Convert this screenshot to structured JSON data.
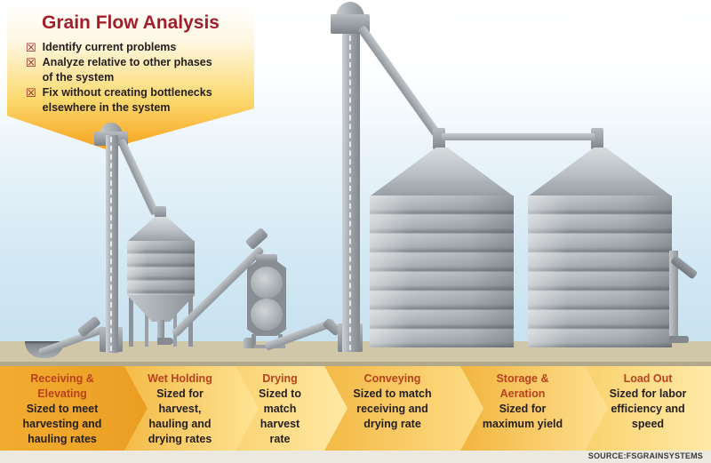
{
  "banner": {
    "title": "Grain Flow Analysis",
    "checkbox_glyph": "☒",
    "items": [
      "Identify current problems",
      "Analyze relative to other phases\nof the system",
      "Fix without creating bottlenecks\nelsewhere in the system"
    ]
  },
  "flow_steps": [
    {
      "title": "Receiving &\nElevating",
      "description": "Sized to meet\nharvesting and\nhauling rates"
    },
    {
      "title": "Wet Holding",
      "description": "Sized for\nharvest,\nhauling and\ndrying rates"
    },
    {
      "title": "Drying",
      "description": "Sized to\nmatch\nharvest\nrate"
    },
    {
      "title": "Conveying",
      "description": "Sized to match\nreceiving and\ndrying rate"
    },
    {
      "title": "Storage &\nAeration",
      "description": "Sized for\nmaximum yield"
    },
    {
      "title": "Load Out",
      "description": "Sized for labor\nefficiency and\nspeed"
    }
  ],
  "source": "SOURCE:FSGRAINSYSTEMS",
  "palette": {
    "banner_orange": "#F5A31E",
    "title_red": "#A31E2B",
    "checkbox_red": "#9A1B1F",
    "step_title_color": "#B8411E",
    "body_text": "#231F20",
    "gold_dark": "#EA9E23",
    "gold_light": "#FFE9A5",
    "sky_blue": "#C8E1EF",
    "ground_tan": "#D0C6A8",
    "metal_gray": "#A9AFB4"
  }
}
